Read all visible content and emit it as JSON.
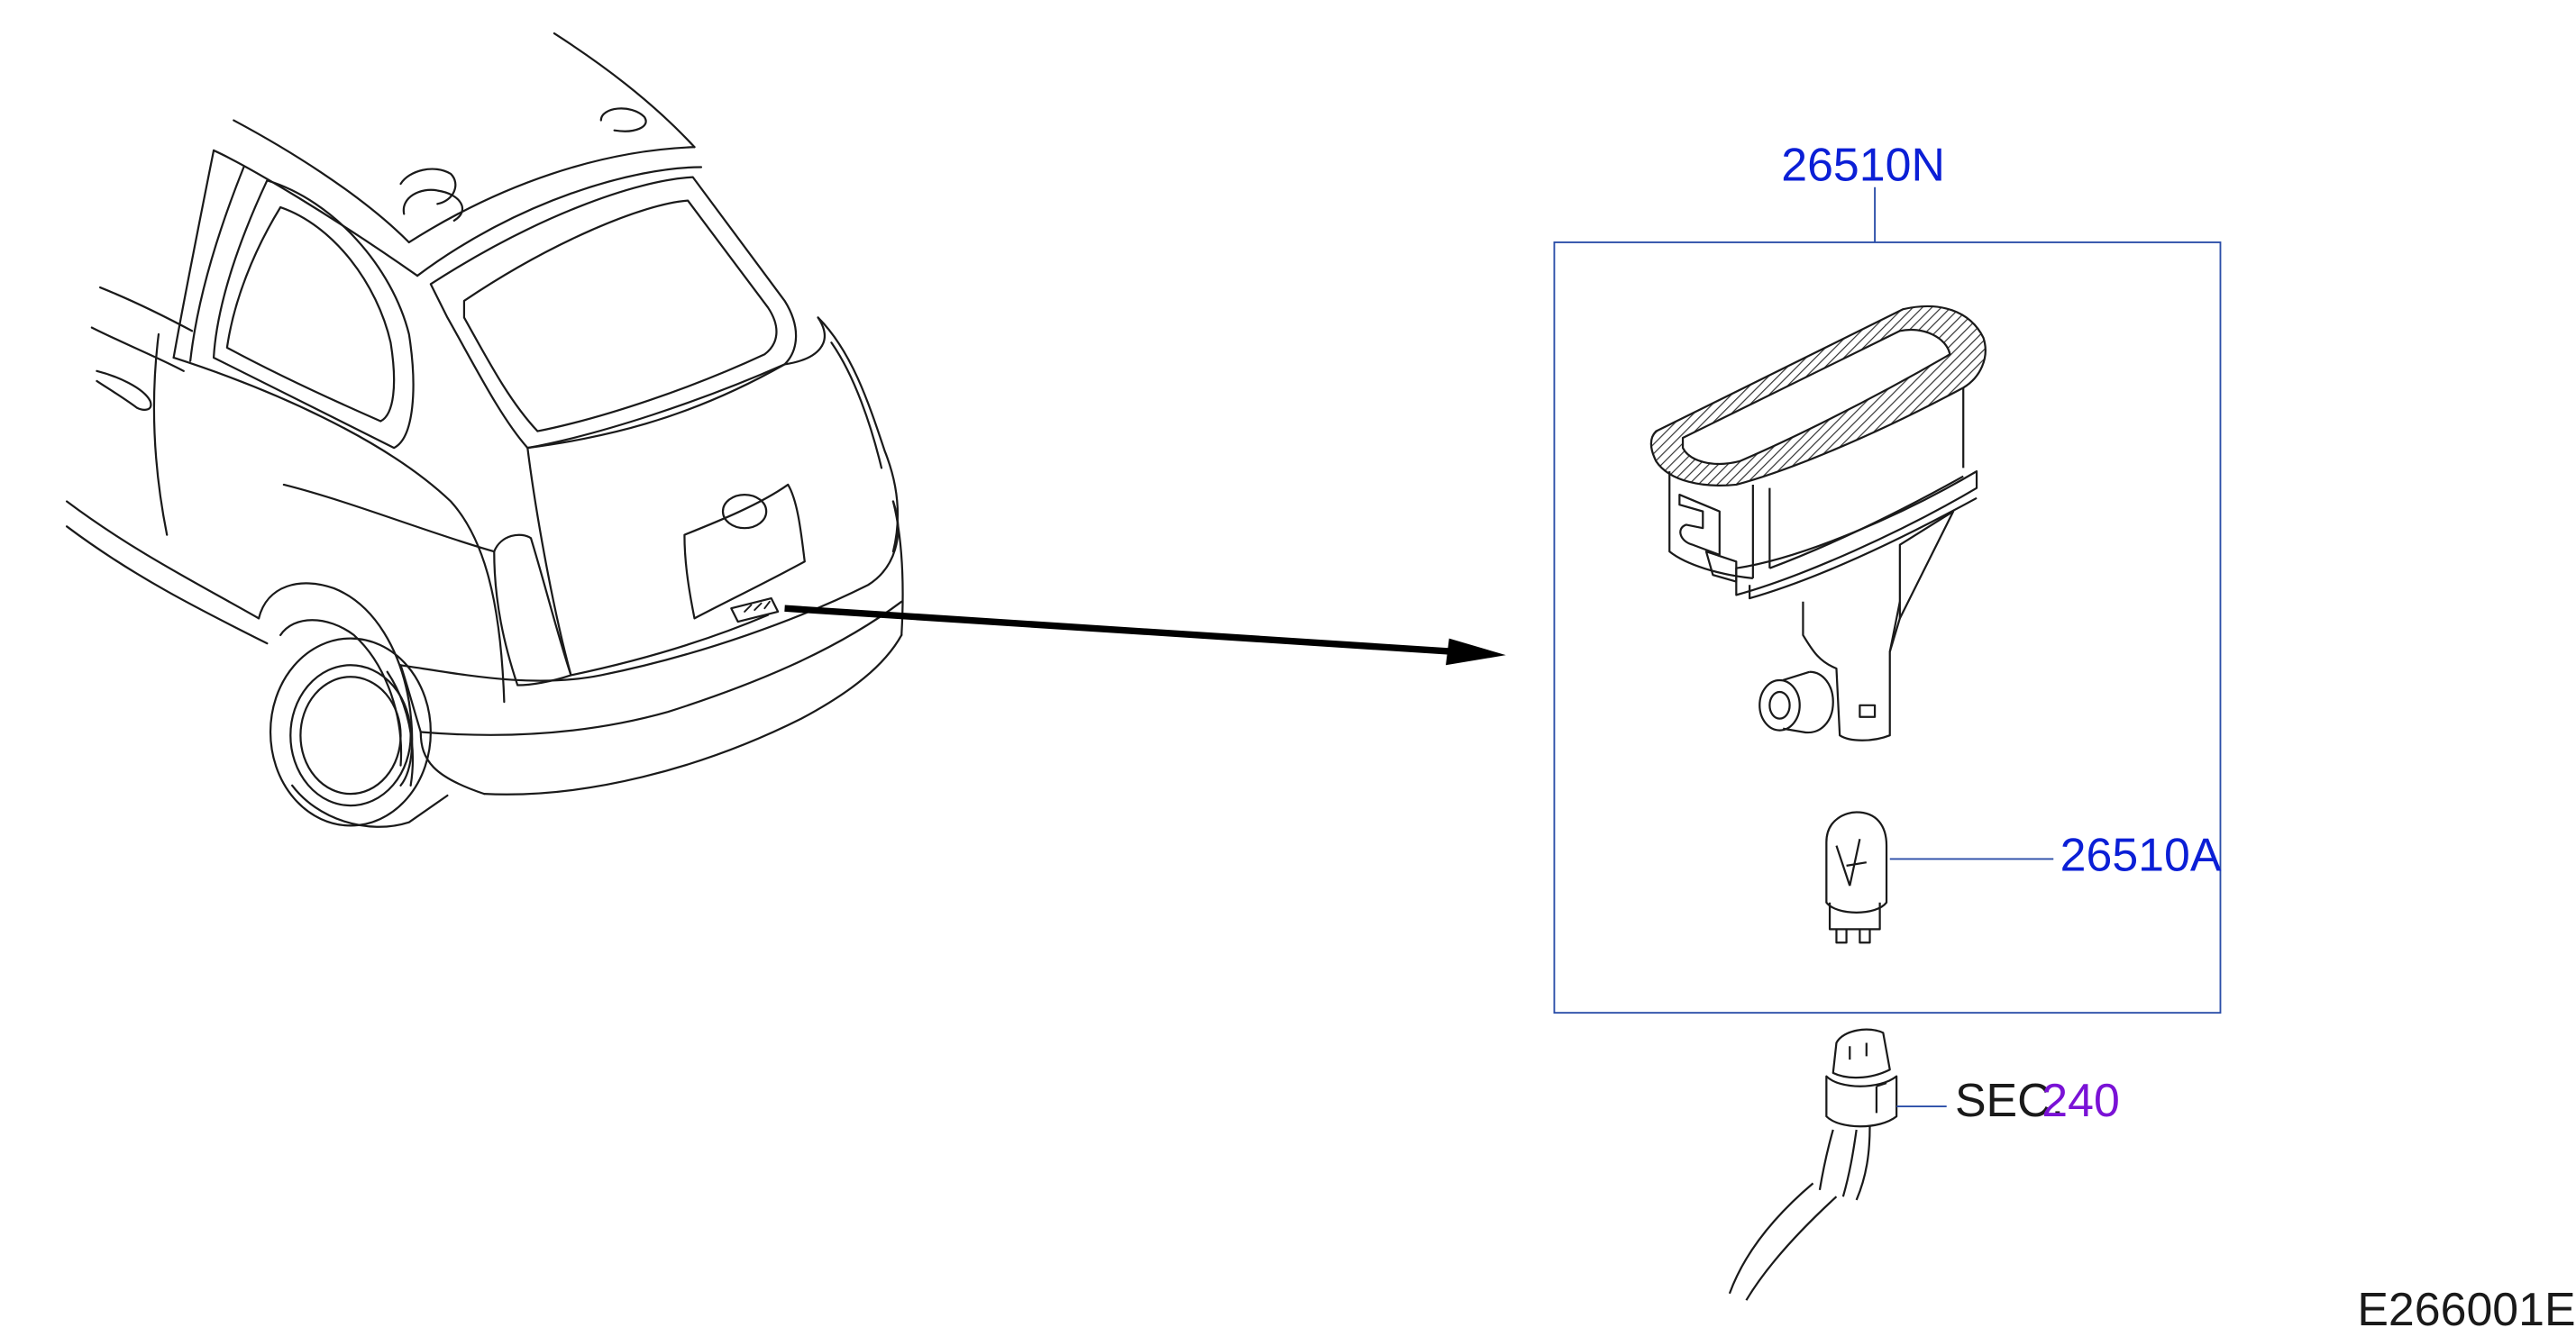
{
  "diagram": {
    "parts": {
      "lamp_assembly": {
        "number": "26510N"
      },
      "bulb": {
        "number": "26510A"
      }
    },
    "section_ref": {
      "prefix": "SEC.",
      "number": "240"
    },
    "figure_code": "E266001E",
    "colors": {
      "line": "#1a1a1a",
      "part_number": "#0b1fd6",
      "section_number": "#7a12d6",
      "leader": "#2b4ea8",
      "hatch": "#333333"
    }
  }
}
